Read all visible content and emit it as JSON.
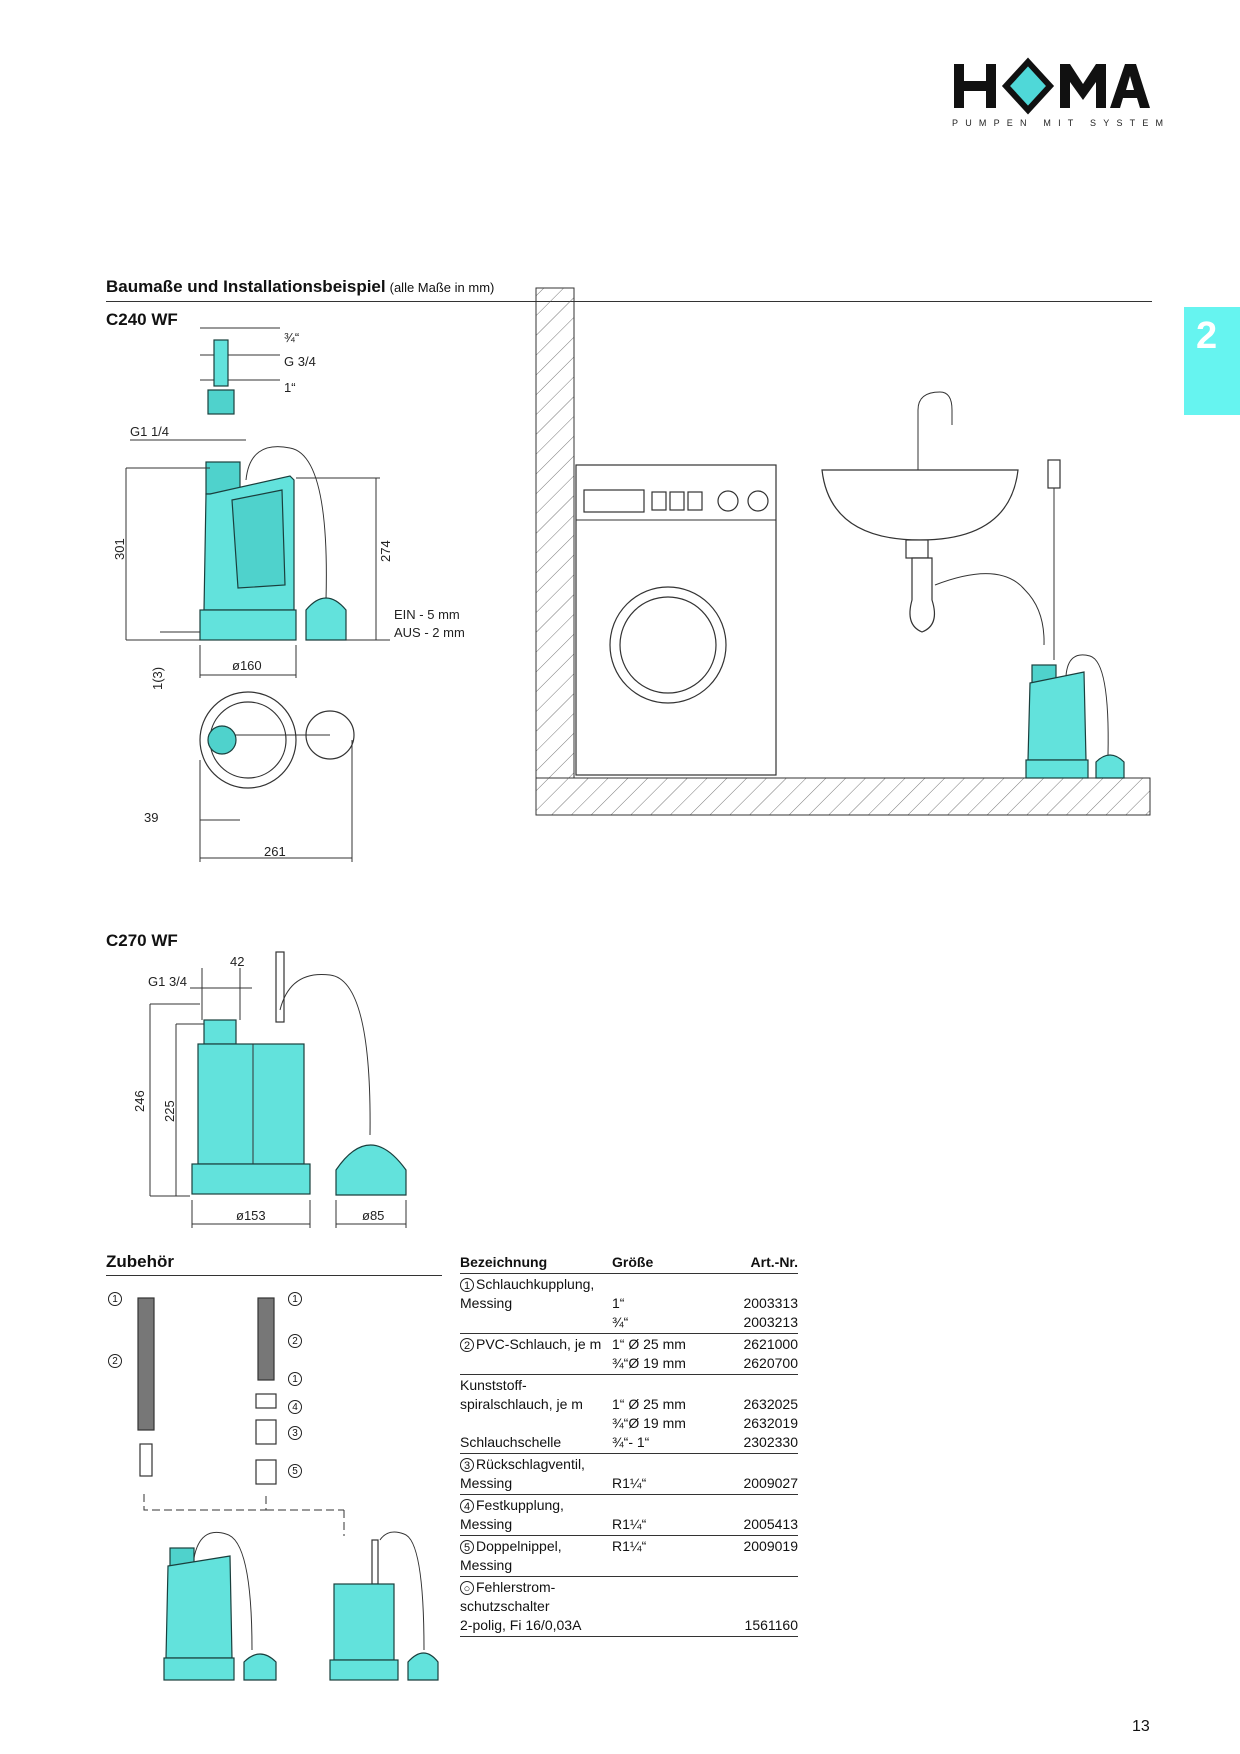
{
  "header": {
    "brand": "HOMA",
    "tagline": "PUMPEN MIT SYSTEM",
    "chapter_tab": "2"
  },
  "colors": {
    "pump": "#62e2dc",
    "tab": "#66f4f0",
    "logo_diamond": "#4fd8d8"
  },
  "section": {
    "title": "Baumaße und Installationsbeispiel",
    "subtitle": "(alle Maße in mm)"
  },
  "c240": {
    "title": "C240 WF",
    "dims": {
      "d1": "¾“",
      "d2": "G 3/4",
      "d3": "1“",
      "g": "G1 1/4",
      "h1": "301",
      "h2": "274",
      "ein": "EIN - 5 mm",
      "aus": "AUS - 2 mm",
      "dia": "ø160",
      "base": "1(3)",
      "w1": "39",
      "w2": "261"
    }
  },
  "c270": {
    "title": "C270 WF",
    "dims": {
      "top": "42",
      "g": "G1 3/4",
      "h1": "246",
      "h2": "225",
      "dia1": "ø153",
      "dia2": "ø85"
    }
  },
  "accessories": {
    "title": "Zubehör",
    "labels": [
      "1",
      "2",
      "1",
      "2",
      "1",
      "4",
      "3",
      "5"
    ],
    "table": {
      "headers": [
        "Bezeichnung",
        "Größe",
        "Art.-Nr."
      ],
      "groups": [
        {
          "num": "1",
          "rows": [
            [
              "Schlauchkupplung,",
              "",
              ""
            ],
            [
              "Messing",
              "1“",
              "2003313"
            ],
            [
              "",
              "¾“",
              "2003213"
            ]
          ]
        },
        {
          "num": "2",
          "rows": [
            [
              "PVC-Schlauch, je m",
              "1“ Ø 25 mm",
              "2621000"
            ],
            [
              "",
              "¾“Ø 19 mm",
              "2620700"
            ]
          ]
        },
        {
          "num": "",
          "rows": [
            [
              "Kunststoff-",
              "",
              ""
            ],
            [
              "spiralschlauch, je m",
              "1“ Ø 25 mm",
              "2632025"
            ],
            [
              "",
              "¾“Ø 19 mm",
              "2632019"
            ],
            [
              "Schlauchschelle",
              "¾“- 1“",
              "2302330"
            ]
          ]
        },
        {
          "num": "3",
          "rows": [
            [
              "Rückschlagventil,",
              "",
              ""
            ],
            [
              "Messing",
              "R1¼“",
              "2009027"
            ]
          ]
        },
        {
          "num": "4",
          "rows": [
            [
              "Festkupplung,",
              "",
              ""
            ],
            [
              "Messing",
              "R1¼“",
              "2005413"
            ]
          ]
        },
        {
          "num": "5",
          "rows": [
            [
              "Doppelnippel,",
              "R1¼“",
              "2009019"
            ],
            [
              "Messing",
              "",
              ""
            ]
          ]
        },
        {
          "num": "○",
          "rows": [
            [
              "Fehlerstrom-",
              "",
              ""
            ],
            [
              "schutzschalter",
              "",
              ""
            ],
            [
              "2-polig, Fi 16/0,03A",
              "",
              "1561160"
            ]
          ]
        }
      ]
    }
  },
  "footer": {
    "page_number": "13"
  }
}
